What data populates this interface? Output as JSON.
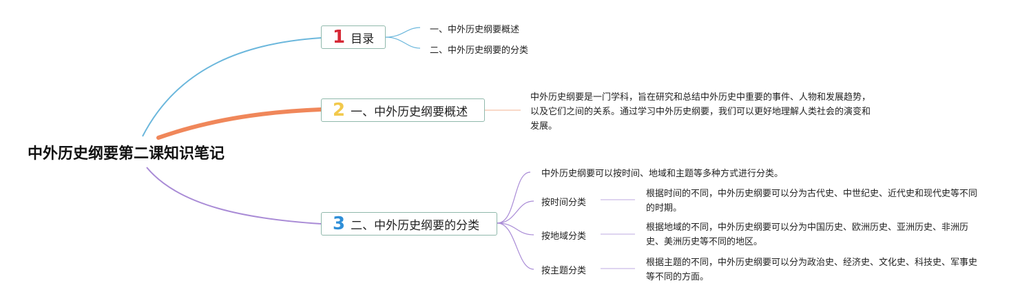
{
  "root": {
    "title": "中外历史纲要第二课知识笔记"
  },
  "branches": [
    {
      "number": "1",
      "label": "目录",
      "color": "#6bb7dc",
      "children": [
        "一、中外历史纲要概述",
        "二、中外历史纲要的分类"
      ]
    },
    {
      "number": "2",
      "label": "一、中外历史纲要概述",
      "color": "#f0875a",
      "note": "中外历史纲要是一门学科，旨在研究和总结中外历史中重要的事件、人物和发展趋势，以及它们之间的关系。通过学习中外历史纲要，我们可以更好地理解人类社会的演变和发展。"
    },
    {
      "number": "3",
      "label": "二、中外历史纲要的分类",
      "color": "#a98bd6",
      "intro": "中外历史纲要可以按时间、地域和主题等多种方式进行分类。",
      "children": [
        {
          "label": "按时间分类",
          "detail": "根据时间的不同，中外历史纲要可以分为古代史、中世纪史、近代史和现代史等不同的时期。"
        },
        {
          "label": "按地域分类",
          "detail": "根据地域的不同，中外历史纲要可以分为中国历史、欧洲历史、亚洲历史、非洲历史、美洲历史等不同的地区。"
        },
        {
          "label": "按主题分类",
          "detail": "根据主题的不同，中外历史纲要可以分为政治史、经济史、文化史、科技史、军事史等不同的方面。"
        }
      ]
    }
  ]
}
